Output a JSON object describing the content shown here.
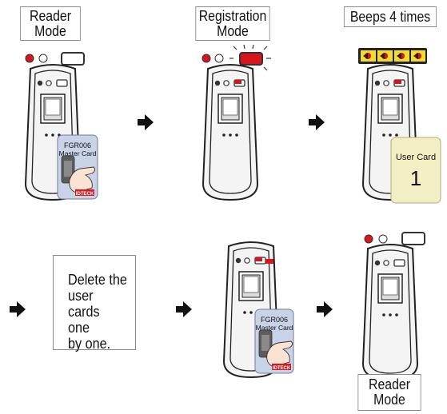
{
  "labels": {
    "reader_mode_1": "Reader\nMode",
    "registration_mode": "Registration\nMode",
    "beeps": "Beeps 4 times",
    "reader_mode_2": "Reader\nMode"
  },
  "instruction": "Delete the\nuser cards\none\nby one.",
  "master_card": {
    "line1": "FGR006",
    "line2": "Master Card",
    "brand": "IDTECK"
  },
  "user_card": {
    "label": "User Card",
    "number": "1"
  },
  "colors": {
    "led_red": "#d8141c",
    "led_off": "#ffffff",
    "arrow": "#111111",
    "master_card_bg": "#c9d3e8",
    "user_card_bg": "#f3efc4",
    "beep_yellow": "#f2dc2c",
    "brand_red": "#d71920"
  }
}
